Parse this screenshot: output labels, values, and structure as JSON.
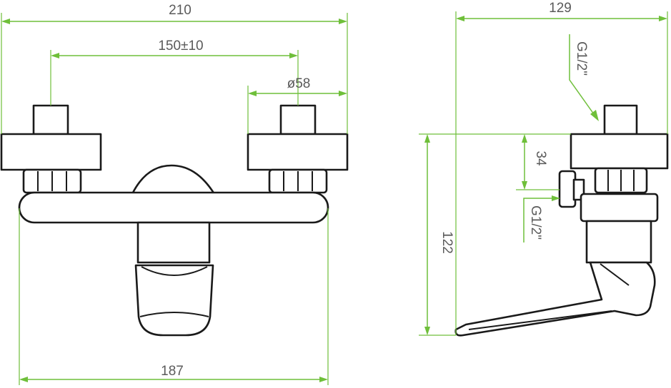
{
  "drawing": {
    "front_view": {
      "overall_width": "210",
      "inlet_spacing": "150±10",
      "flange_diameter": "ø58",
      "body_width": "187"
    },
    "side_view": {
      "depth": "129",
      "height": "122",
      "inlet_offset": "34",
      "inlet_thread_top": "G1/2\"",
      "outlet_thread": "G1/2\""
    },
    "colors": {
      "dimension_lines": "#6fbf3a",
      "outline": "#1a1a1a",
      "text": "#5a5a5a"
    }
  }
}
